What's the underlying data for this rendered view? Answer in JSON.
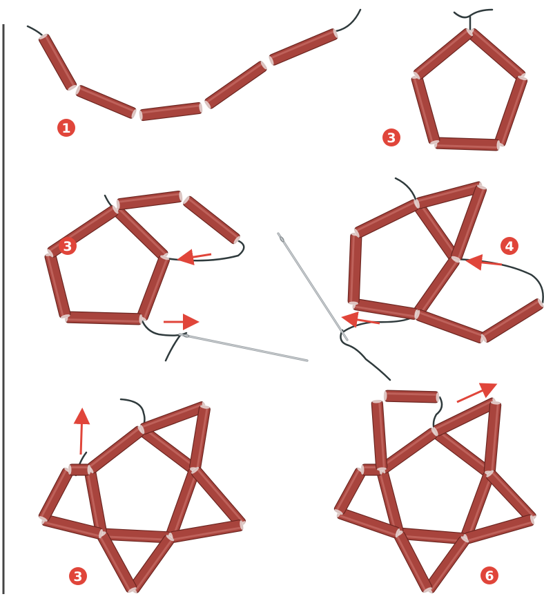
{
  "step_labels": [
    "1",
    "3",
    "3",
    "4",
    "3",
    "6"
  ],
  "colors": {
    "tube": "#a8443d",
    "tube_edge": "#6b2520",
    "thread": "#2f3a3c",
    "badge": "#e0453a",
    "arrow": "#e0453a",
    "needle": "#c9cdd0",
    "margin_line": "#444444"
  },
  "icons": [
    "bugle-bead-tube",
    "thread",
    "needle-icon",
    "direction-arrow-icon",
    "step-number-badge"
  ]
}
